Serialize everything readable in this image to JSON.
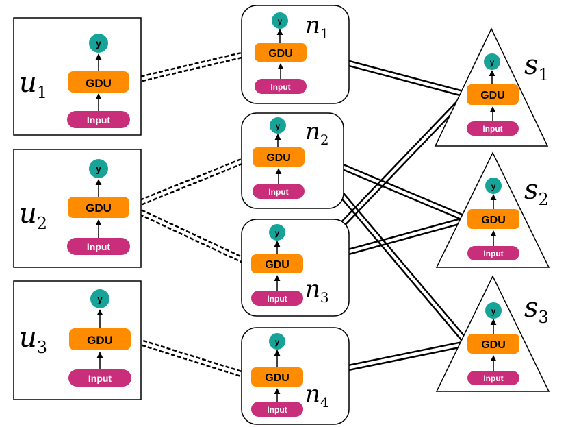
{
  "colors": {
    "gdu": "#ff8c00",
    "input": "#c82e7a",
    "output": "#17a398",
    "stroke": "#000000",
    "background": "#ffffff"
  },
  "labels": {
    "gdu": "GDU",
    "input": "Input",
    "output": "y"
  },
  "groups": {
    "u": [
      {
        "name": "u",
        "sub": "1"
      },
      {
        "name": "u",
        "sub": "2"
      },
      {
        "name": "u",
        "sub": "3"
      }
    ],
    "n": [
      {
        "name": "n",
        "sub": "1"
      },
      {
        "name": "n",
        "sub": "2"
      },
      {
        "name": "n",
        "sub": "3"
      },
      {
        "name": "n",
        "sub": "4"
      }
    ],
    "s": [
      {
        "name": "s",
        "sub": "1"
      },
      {
        "name": "s",
        "sub": "2"
      },
      {
        "name": "s",
        "sub": "3"
      }
    ]
  },
  "connections": {
    "dashed": [
      [
        "u1",
        "n1"
      ],
      [
        "u2",
        "n2"
      ],
      [
        "u2",
        "n3"
      ],
      [
        "u3",
        "n4"
      ]
    ],
    "solid": [
      [
        "n1",
        "s1"
      ],
      [
        "n2",
        "s2"
      ],
      [
        "n2",
        "s3"
      ],
      [
        "n3",
        "s1"
      ],
      [
        "n3",
        "s2"
      ],
      [
        "n4",
        "s3"
      ]
    ]
  }
}
